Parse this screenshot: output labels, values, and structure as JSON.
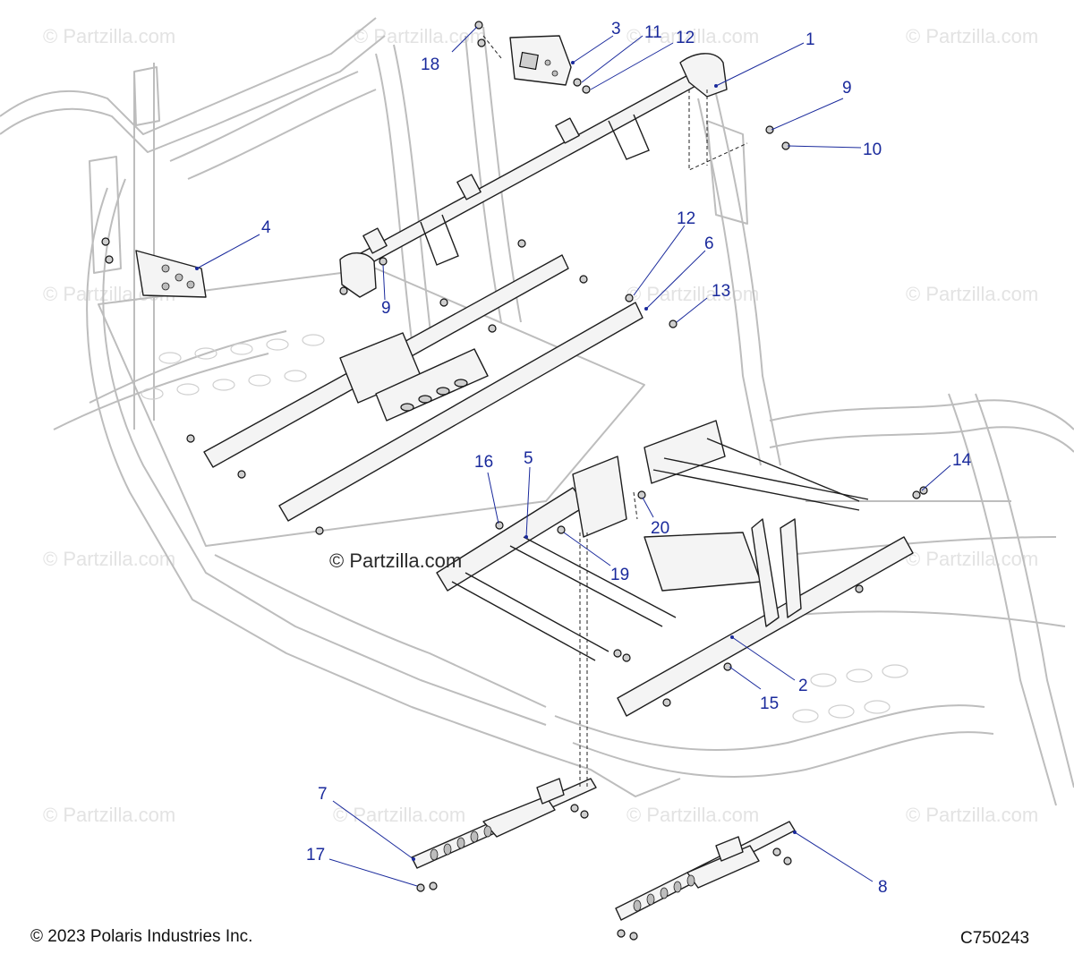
{
  "watermarks": {
    "partzilla": "© Partzilla.com",
    "partzilla_center": "© Partzilla.com"
  },
  "callouts": [
    {
      "label": "1"
    },
    {
      "label": "2"
    },
    {
      "label": "3"
    },
    {
      "label": "4"
    },
    {
      "label": "5"
    },
    {
      "label": "6"
    },
    {
      "label": "7"
    },
    {
      "label": "8"
    },
    {
      "label": "9"
    },
    {
      "label": "9"
    },
    {
      "label": "10"
    },
    {
      "label": "11"
    },
    {
      "label": "12"
    },
    {
      "label": "12"
    },
    {
      "label": "13"
    },
    {
      "label": "14"
    },
    {
      "label": "15"
    },
    {
      "label": "16"
    },
    {
      "label": "17"
    },
    {
      "label": "18"
    },
    {
      "label": "19"
    },
    {
      "label": "20"
    }
  ],
  "footer": {
    "copyright": "© 2023 Polaris Industries Inc.",
    "diagram_code": "C750243"
  },
  "colors": {
    "callout": "#1a2a9c",
    "frame": "#bdbdbd",
    "part_outline": "#1e1e1e"
  }
}
